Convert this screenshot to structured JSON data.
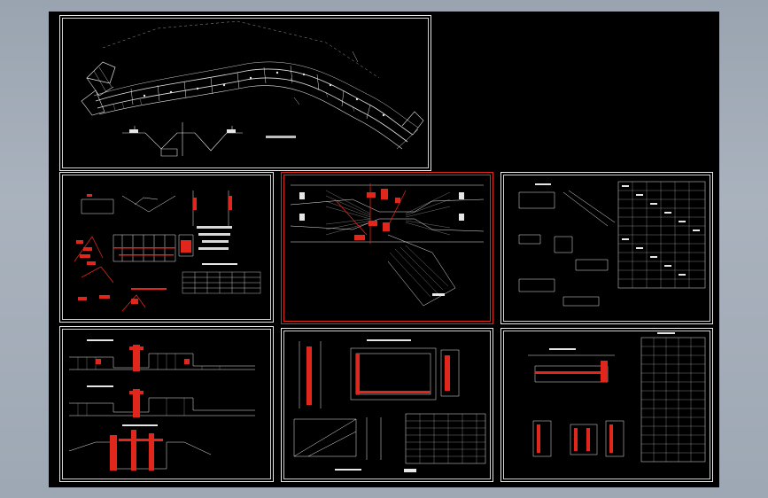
{
  "app": {
    "window_title": "",
    "background_color": "#a3adb8",
    "canvas_color": "#000000"
  },
  "colors": {
    "line_white": "#e6e6e6",
    "line_red": "#e1261c",
    "line_grey": "#9a9a9a",
    "frame": "#e9e9e9"
  },
  "drawing": {
    "sheets": [
      {
        "id": "plan-view",
        "title": ""
      },
      {
        "id": "detail-sheet-1",
        "title": ""
      },
      {
        "id": "junction-plan",
        "title": ""
      },
      {
        "id": "section-sheet",
        "title": ""
      },
      {
        "id": "elevation-sheet",
        "title": ""
      },
      {
        "id": "structure-detail-sheet",
        "title": ""
      },
      {
        "id": "table-detail-sheet",
        "title": ""
      }
    ]
  }
}
